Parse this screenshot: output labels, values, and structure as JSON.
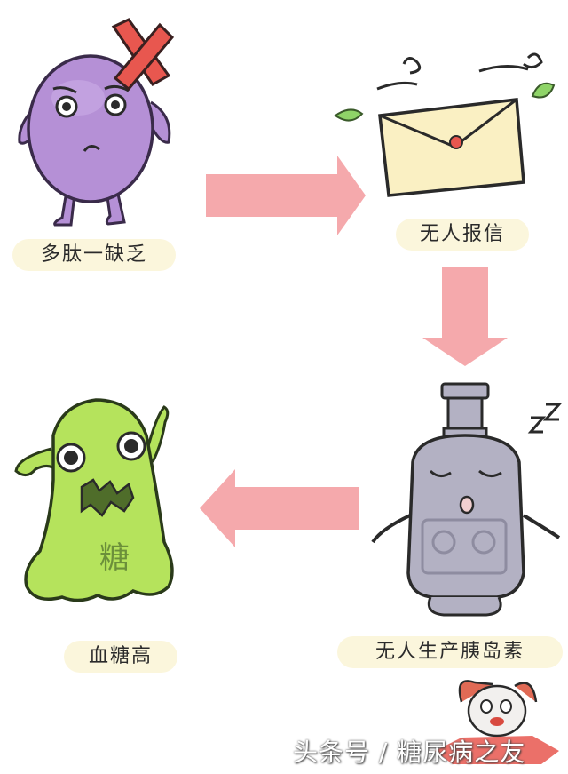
{
  "steps": [
    {
      "label": "多肽一缺乏"
    },
    {
      "label": "无人报信"
    },
    {
      "label": "无人生产胰岛素"
    },
    {
      "label": "血糖高"
    }
  ],
  "blob_character_text": "糖",
  "watermark": "头条号 / 糖尿病之友",
  "colors": {
    "arrow": "#f5a9ac",
    "label_bg": "#fbf6dc",
    "purple_character": "#b590d6",
    "envelope": "#faf0c3",
    "pancreas_bottle": "#b3b1c3",
    "green_blob": "#b5e35c"
  }
}
